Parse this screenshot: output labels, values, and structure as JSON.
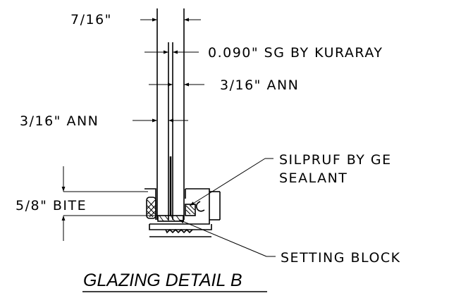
{
  "labels": {
    "outer_thickness": "7/16\"",
    "interlayer": "0.090\" SG BY KURARAY",
    "inner_lite": "3/16\" ANN",
    "outer_lite": "3/16\" ANN",
    "sealant_line1": "SILPRUF BY GE",
    "sealant_line2": "SEALANT",
    "bite": "5/8\" BITE",
    "setting_block": "SETTING BLOCK"
  },
  "title": "GLAZING DETAIL B"
}
